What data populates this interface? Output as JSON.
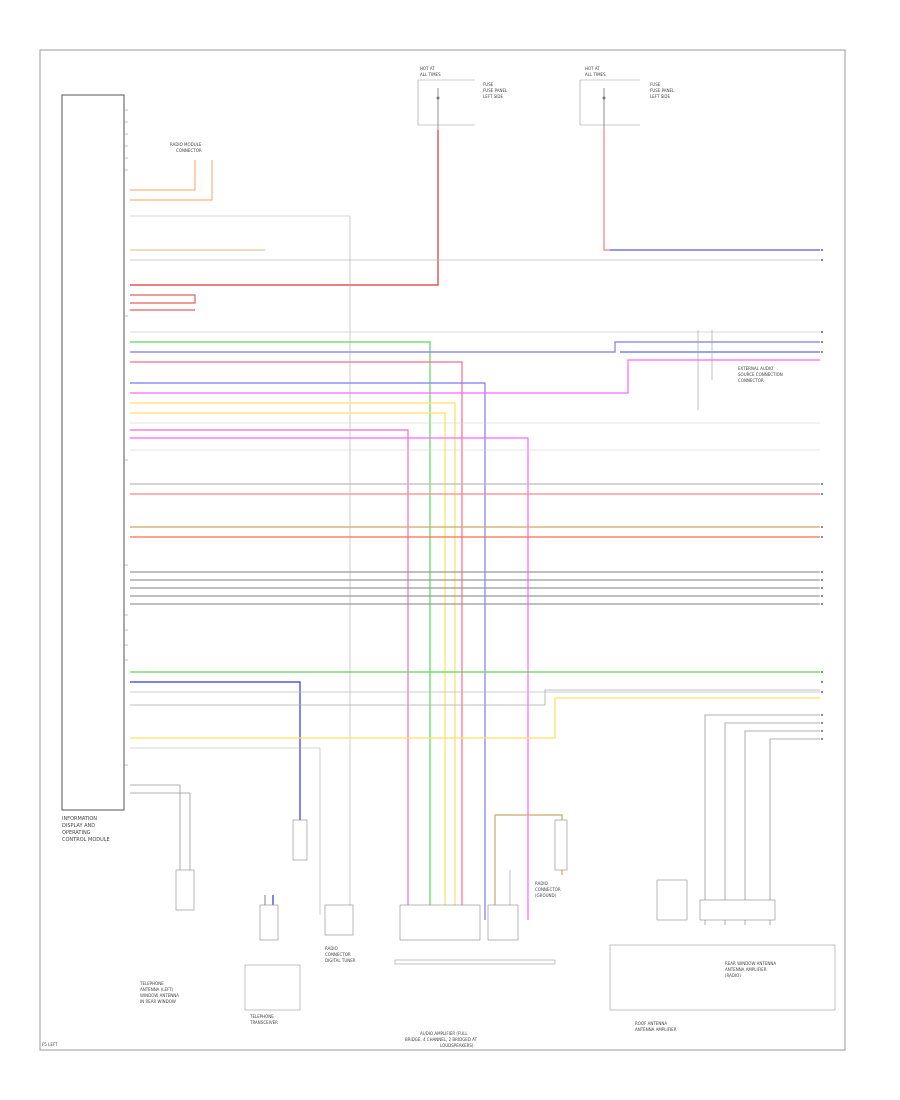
{
  "diagram": {
    "module_main": [
      "INFORMATION",
      "DISPLAY AND",
      "OPERATING",
      "CONTROL MODULE"
    ],
    "fuse_top_left": [
      "HOT AT",
      "ALL TIMES",
      "FUSE",
      "FUSE PANEL",
      "LEFT SIDE"
    ],
    "fuse_top_right": [
      "HOT AT",
      "ALL TIMES",
      "FUSE",
      "FUSE PANEL",
      "LEFT SIDE"
    ],
    "connector_top": [
      "RADIO MODULE",
      "CONNECTOR"
    ],
    "external_audio": [
      "EXTERNAL AUDIO",
      "SOURCE CONNECTION",
      "CONNECTOR"
    ],
    "radio_antenna_left": [
      "TELEPHONE",
      "ANTENNA (LEFT)",
      "WINDOW ANTENNA",
      "IN REAR WINDOW"
    ],
    "bluetooth": [
      "TELEPHONE",
      "TRANSCEIVER"
    ],
    "digital_tuner": [
      "RADIO",
      "CONNECTOR",
      "DIGITAL TUNER"
    ],
    "amplifier": [
      "AUDIO AMPLIFIER (FULL",
      "BRIDGE, 4 CHANNEL, 2 BRIDGED AT",
      "LOUDSPEAKERS)"
    ],
    "radio_module_right": [
      "RADIO",
      "CONNECTOR",
      "(GROUND)"
    ],
    "antenna_right": [
      "REAR WINDOW ANTENNA",
      "ANTENNA AMPLIFIER",
      "(RADIO)"
    ],
    "signal_amp": [
      "ROOF ANTENNA",
      "ANTENNA AMPLIFIER"
    ],
    "footer_code": "F5 LEFT"
  }
}
